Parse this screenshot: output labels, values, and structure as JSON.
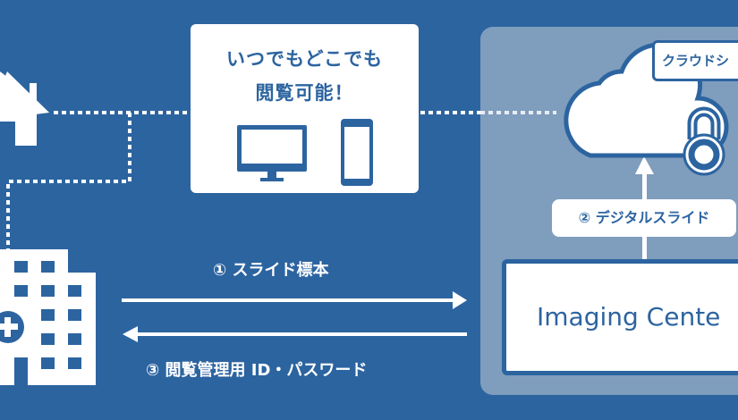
{
  "card": {
    "line1": "いつでもどこでも",
    "line2": "閲覧可能！"
  },
  "cloud_label": "クラウドシ",
  "step2_label": "② デジタルスライド",
  "step1_label": "① スライド標本",
  "step3_label": "③ 閲覧管理用 ID・パスワード",
  "imaging_label": "Imaging Cente",
  "colors": {
    "background": "#2c64a0",
    "panel": "#7f9dbd",
    "white": "#ffffff"
  }
}
